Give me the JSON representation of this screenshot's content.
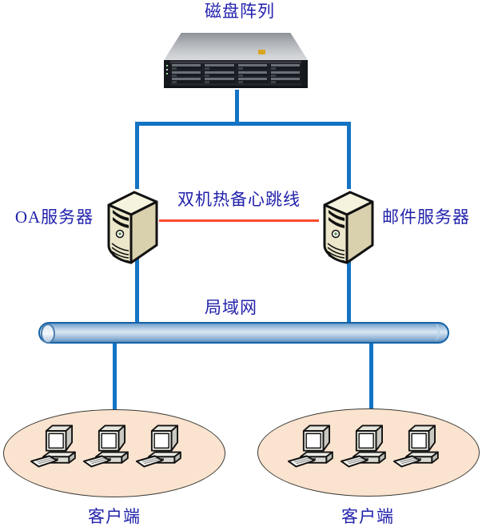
{
  "diagram": {
    "labels": {
      "disk_array": "磁盘阵列",
      "oa_server": "OA服务器",
      "mail_server": "邮件服务器",
      "heartbeat": "双机热备心跳线",
      "lan": "局域网",
      "client_left": "客户端",
      "client_right": "客户端"
    },
    "colors": {
      "connector_blue": "#1373C4",
      "heartbeat_red": "#FF4A2D",
      "label_blue": "#2222AC",
      "ellipse_fill": "#FAE3CF",
      "tube_outline": "#1463A8",
      "server_body": "#ECE7CA"
    },
    "structure": {
      "top_node": "disk-array",
      "servers": [
        "oa-server",
        "mail-server"
      ],
      "bus": "lan",
      "client_groups": 2,
      "clients_per_group": 3
    }
  }
}
